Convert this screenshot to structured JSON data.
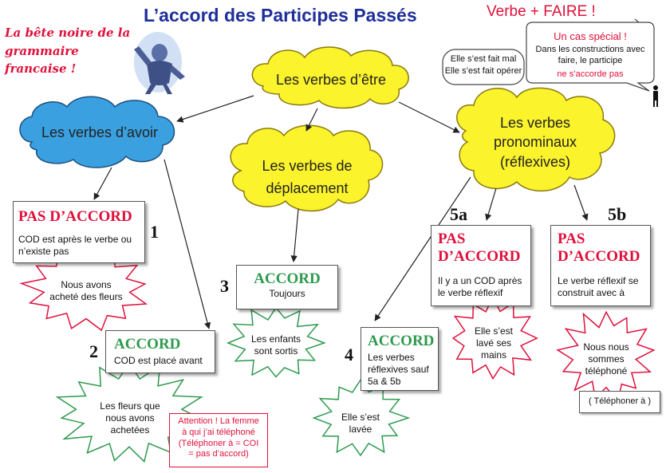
{
  "title": "L’accord des Participes Passés",
  "subtitle_note": "La bête noire de la grammaire francaise !",
  "faire_title": "Verbe + FAIRE !",
  "bubble": {
    "heading": "Un cas spécial !",
    "body": "Dans les constructions avec faire, le participe",
    "highlight": "ne s’accorde pas"
  },
  "faire_examples": {
    "line1": "Elle s’est fait mal",
    "line2": "Elle s’est fait opérer"
  },
  "clouds": {
    "avoir": "Les verbes d’avoir",
    "etre": "Les verbes d’être",
    "deplacement_l1": "Les verbes de",
    "deplacement_l2": "déplacement",
    "pronominaux_l1": "Les verbes",
    "pronominaux_l2": "pronominaux",
    "pronominaux_l3": "(réflexives)"
  },
  "boxes": {
    "b1": {
      "head": "PAS D’ACCORD",
      "body": "COD est après le verbe ou n’existe pas",
      "num": "1"
    },
    "b2": {
      "head": "ACCORD",
      "body": "COD est placé avant",
      "num": "2"
    },
    "b3": {
      "head": "ACCORD",
      "body": "Toujours",
      "num": "3"
    },
    "b4": {
      "head": "ACCORD",
      "body": "Les verbes réflexives sauf 5a & 5b",
      "num": "4"
    },
    "b5a": {
      "head1": "PAS",
      "head2": "D’ACCORD",
      "body": "Il y a un COD après le verbe réflexif",
      "num": "5a"
    },
    "b5b": {
      "head1": "PAS",
      "head2": "D’ACCORD",
      "body": "Le verbe réflexif se construit avec à",
      "num": "5b"
    }
  },
  "stars": {
    "s1": "Nous avons acheté des fleurs",
    "s2": "Les fleurs que nous avons achetées",
    "s3": "Les enfants sont sortis",
    "s4": "Elle s’est lavée",
    "s5a": "Elle s’est lavé ses mains",
    "s5b": "Nous nous sommes téléphoné"
  },
  "attention": {
    "l1": "Attention !  La femme",
    "l2": "à qui j’ai téléphoné",
    "l3": "(Téléphoner à = COI",
    "l4": "= pas d’accord)"
  },
  "telephoner_note": "( Téléphoner à )",
  "colors": {
    "title": "#1f2f9a",
    "red": "#e0103a",
    "green": "#2e9a4e",
    "cloud_blue": "#3aa0e0",
    "cloud_yellow": "#fbf32c",
    "star_red": "#e0103a",
    "star_green": "#2e9a4e"
  }
}
